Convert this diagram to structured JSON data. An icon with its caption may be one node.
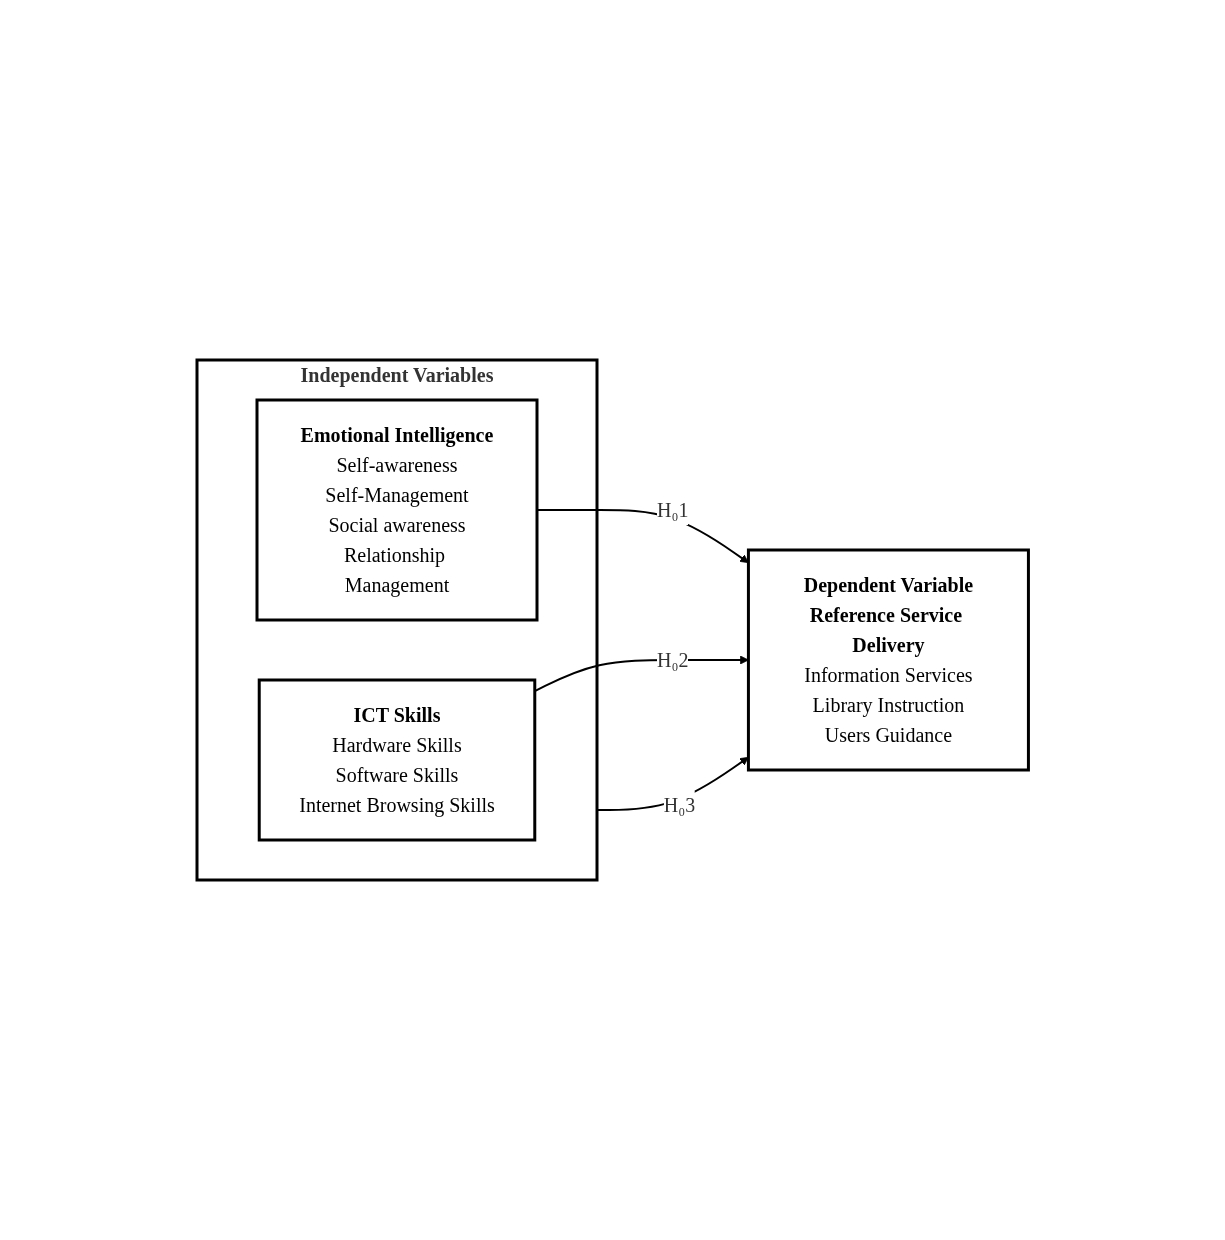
{
  "diagram": {
    "nodes": [
      {
        "text": [
          "Independent Variables"
        ]
      },
      {
        "text": [
          "Emotional Intelligence",
          "Self-awareness",
          "Self-Management",
          "Social awareness",
          "Relationship Management"
        ],
        "in": 0
      },
      {
        "text": [
          "ICT Skills",
          "Hardware Skills",
          "Software Skills",
          "Internet Browsing Skills"
        ],
        "in": 0
      },
      {
        "text": [
          "Dependent Variable",
          "Reference Service Delivery",
          "Information Services",
          "Library Instruction",
          "Users Guidance"
        ]
      }
    ],
    "edges": [
      {
        "from": 1,
        "to": 3,
        "arrow": "to",
        "label": "H₀1"
      },
      {
        "from": 0,
        "to": 3,
        "arrow": "to",
        "label": "H₀3"
      },
      {
        "from": 2,
        "to": 3,
        "arrow": "to",
        "label": "H₀2"
      }
    ]
  }
}
